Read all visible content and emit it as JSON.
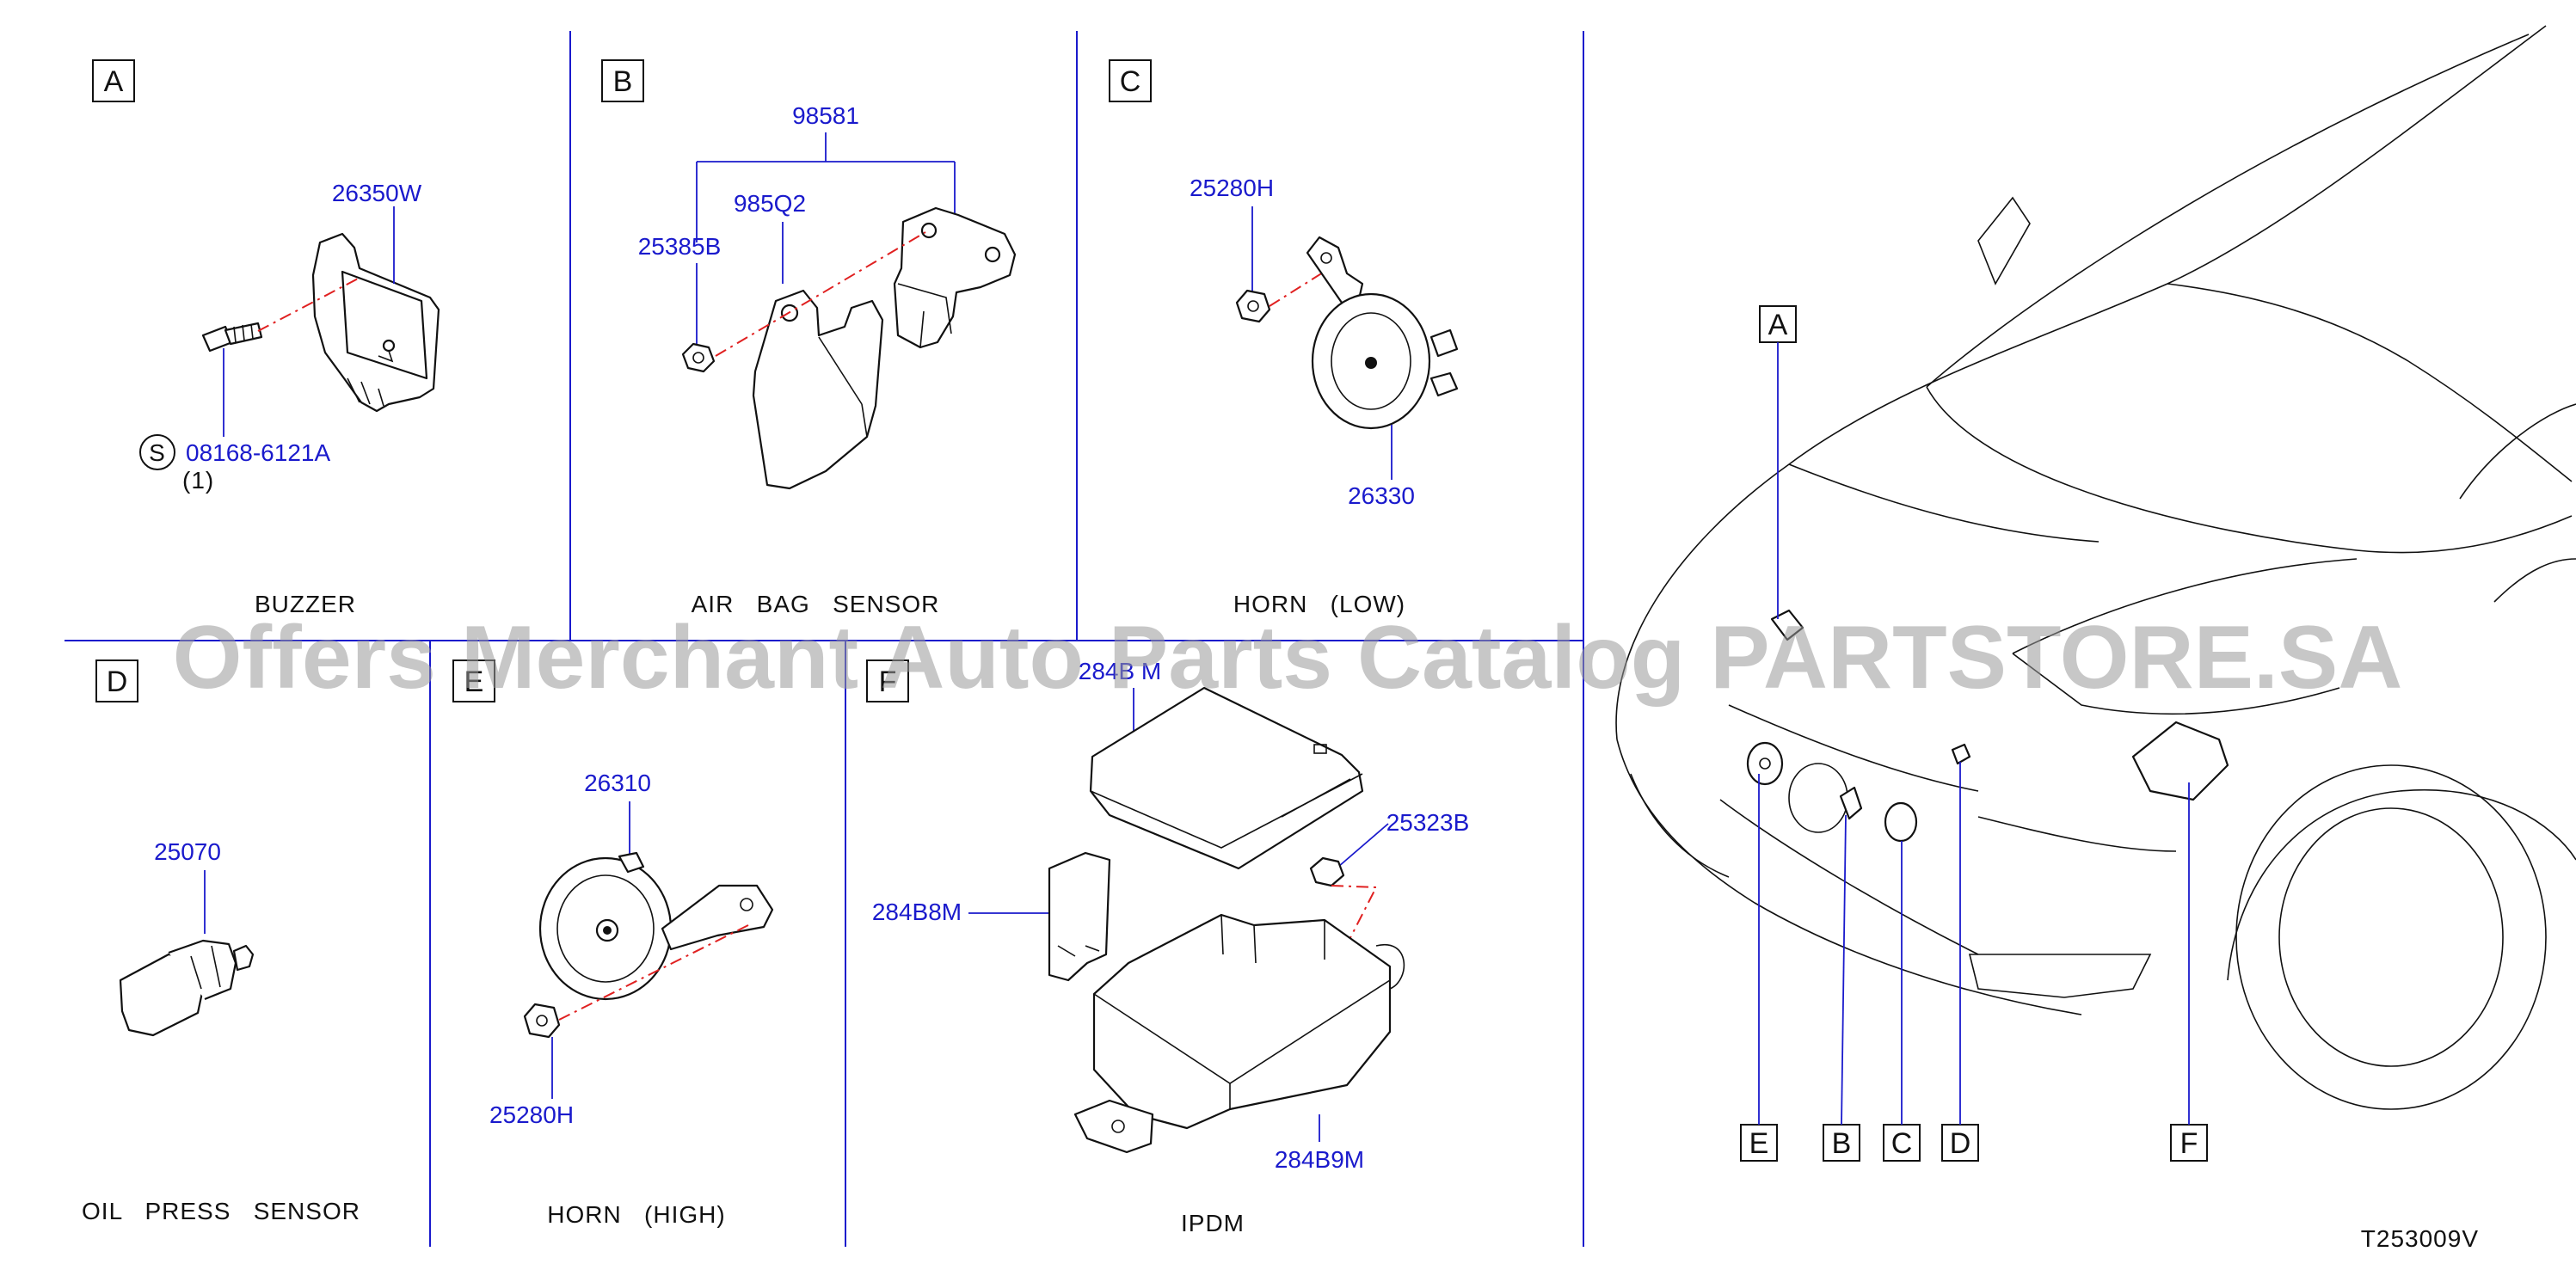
{
  "panels": {
    "A": {
      "letter": "A",
      "caption": "BUZZER",
      "parts": [
        "26350W",
        "08168-6121A"
      ],
      "qty": "(1)",
      "std_symbol": "S"
    },
    "B": {
      "letter": "B",
      "caption": "AIR   BAG   SENSOR",
      "parts": [
        "98581",
        "985Q2",
        "25385B"
      ]
    },
    "C": {
      "letter": "C",
      "caption": "HORN   (LOW)",
      "parts": [
        "25280H",
        "26330"
      ]
    },
    "D": {
      "letter": "D",
      "caption": "OIL   PRESS   SENSOR",
      "parts": [
        "25070"
      ]
    },
    "E": {
      "letter": "E",
      "caption": "HORN   (HIGH)",
      "parts": [
        "26310",
        "25280H"
      ]
    },
    "F": {
      "letter": "F",
      "caption": "IPDM",
      "parts": [
        "284B M",
        "25323B",
        "284B8M",
        "284B9M"
      ]
    }
  },
  "vehicle_view": {
    "callouts": [
      "A",
      "E",
      "B",
      "C",
      "D",
      "F"
    ]
  },
  "watermark": "Offers Merchant Auto Parts Catalog PARTSTORE.SA",
  "drawing_code": "T253009V",
  "colors": {
    "part_number": "#1a1acc",
    "dash_line": "#e02020",
    "divider": "#1a1acc",
    "line": "#111111"
  }
}
